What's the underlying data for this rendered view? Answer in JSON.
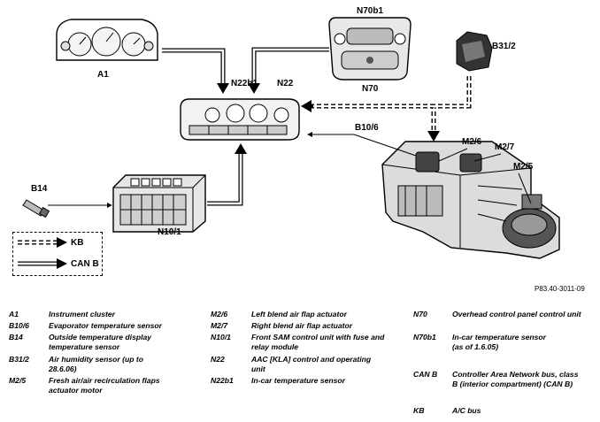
{
  "diagram": {
    "labels": {
      "a1": "A1",
      "n70b1": "N70b1",
      "n70": "N70",
      "b31_2": "B31/2",
      "n22b1": "N22b1",
      "n22": "N22",
      "b10_6": "B10/6",
      "m2_6": "M2/6",
      "m2_7": "M2/7",
      "m2_5": "M2/5",
      "b14": "B14",
      "n10_1": "N10/1"
    },
    "key": {
      "kb": "KB",
      "canb": "CAN B"
    },
    "reference": "P83.40-3011-09"
  },
  "legend": {
    "col1": [
      {
        "code": "A1",
        "desc": "Instrument cluster"
      },
      {
        "code": "B10/6",
        "desc": "Evaporator temperature sensor"
      },
      {
        "code": "B14",
        "desc": "Outside temperature display temperature sensor"
      },
      {
        "code": "B31/2",
        "desc": "Air humidity sensor (up to 28.6.06)"
      },
      {
        "code": "M2/5",
        "desc": "Fresh air/air recirculation flaps actuator motor"
      }
    ],
    "col2": [
      {
        "code": "M2/6",
        "desc": "Left blend air flap actuator"
      },
      {
        "code": "M2/7",
        "desc": "Right blend air flap actuator"
      },
      {
        "code": "N10/1",
        "desc": "Front SAM control unit with fuse and relay module"
      },
      {
        "code": "N22",
        "desc": "AAC [KLA] control and operating unit"
      },
      {
        "code": "N22b1",
        "desc": "In-car temperature sensor"
      }
    ],
    "col3": [
      {
        "code": "N70",
        "desc": "Overhead control panel control unit"
      },
      {
        "code": "N70b1",
        "desc": "In-car temperature sensor (as of 1.6.05)"
      },
      {
        "code": "CAN B",
        "desc": "Controller Area Network bus, class B (interior compartment) (CAN B)"
      },
      {
        "code": "KB",
        "desc": "A/C bus"
      }
    ]
  }
}
